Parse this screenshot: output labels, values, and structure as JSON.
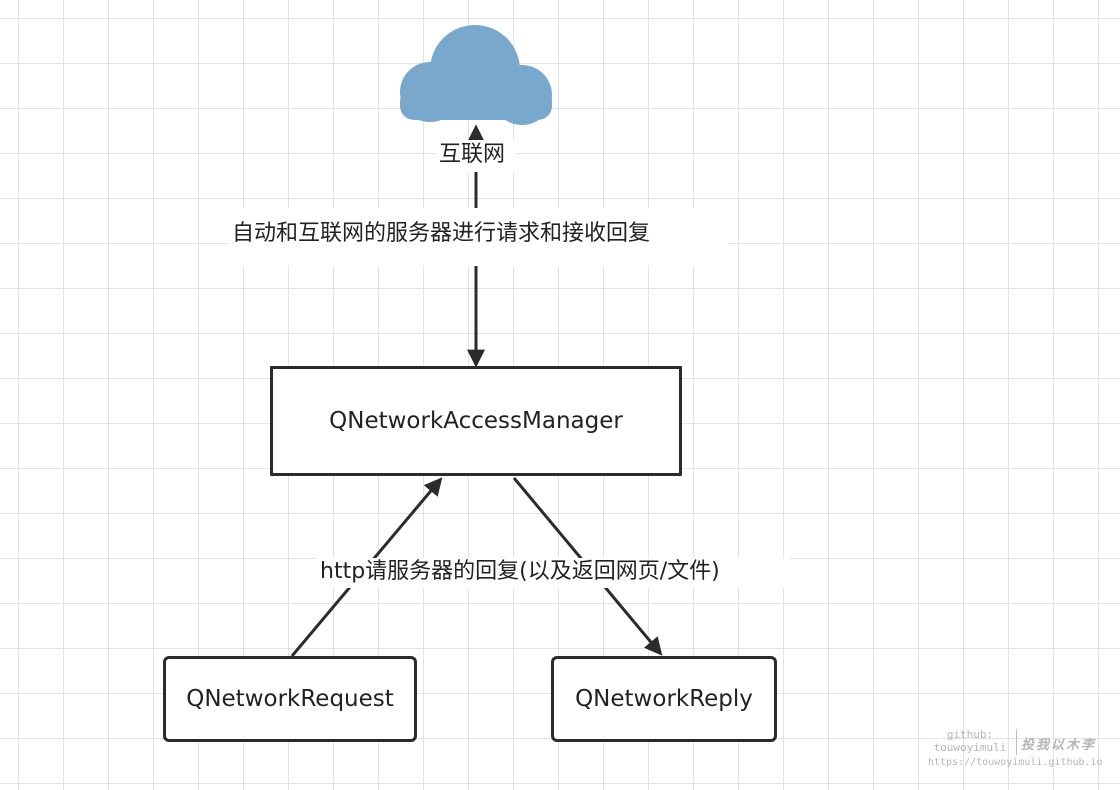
{
  "diagram": {
    "nodes": {
      "internet": {
        "label": "互联网",
        "icon": "cloud-icon",
        "color": "#7aa8cd"
      },
      "manager": {
        "label": "QNetworkAccessManager"
      },
      "request": {
        "label": "QNetworkRequest"
      },
      "reply": {
        "label": "QNetworkReply"
      }
    },
    "edges": {
      "manager_internet": {
        "label": "自动和互联网的服务器进行请求和接收回复"
      },
      "request_manager": {
        "label": "http请服务器的回复(以及返回网页/文件)"
      },
      "manager_reply": {
        "label": ""
      }
    },
    "colors": {
      "stroke": "#2b2b2b",
      "grid": "#e3e3e3",
      "cloud": "#7aa8cd"
    }
  },
  "watermark": {
    "line1": "github:",
    "line2": "touwoyimuli",
    "stamp": "投我以木李",
    "url": "https://touwoyimuli.github.io"
  }
}
